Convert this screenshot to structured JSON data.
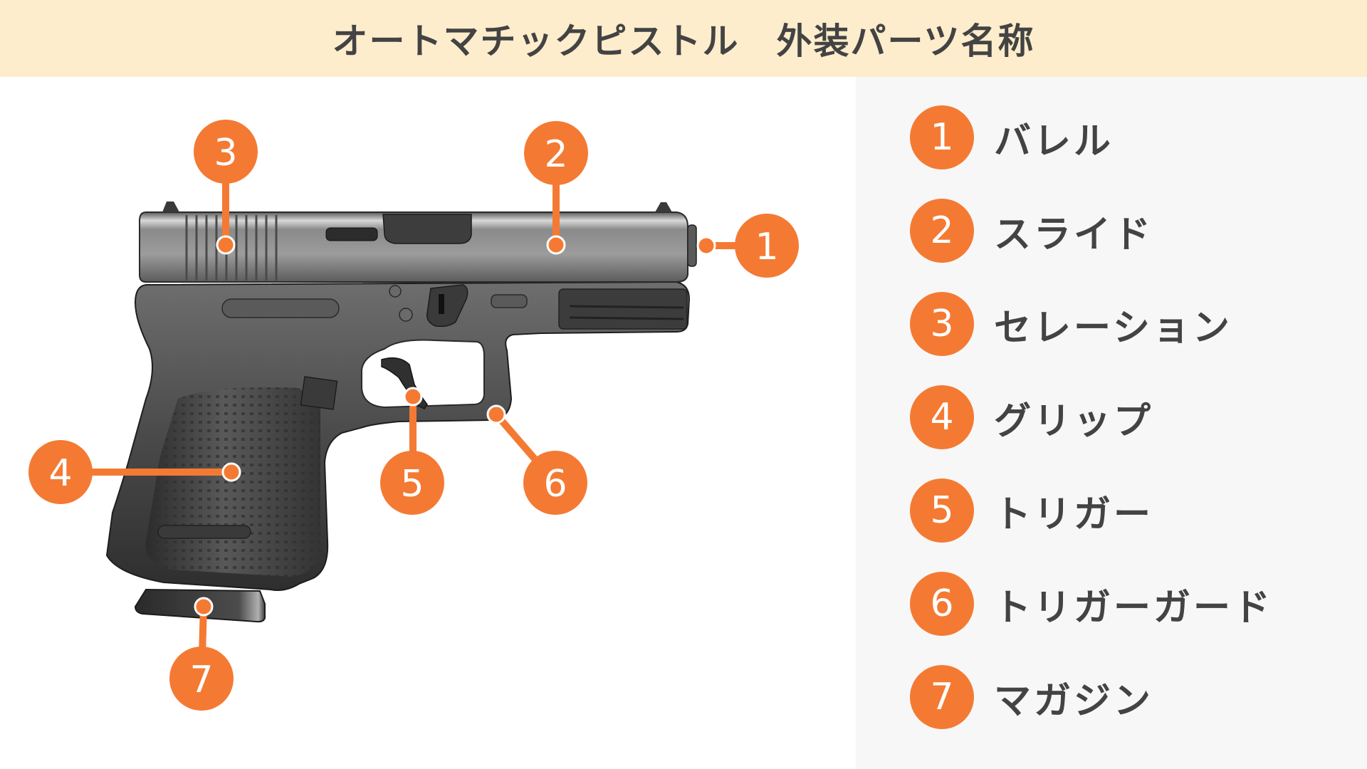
{
  "header": {
    "title": "オートマチックピストル　外装パーツ名称"
  },
  "colors": {
    "accent": "#F47A33",
    "header_bg": "#FEEDCC",
    "legend_bg": "#F7F7F7",
    "text": "#434343"
  },
  "legend": {
    "items": [
      {
        "num": "1",
        "label": "バレル"
      },
      {
        "num": "2",
        "label": "スライド"
      },
      {
        "num": "3",
        "label": "セレーション"
      },
      {
        "num": "4",
        "label": "グリップ"
      },
      {
        "num": "5",
        "label": "トリガー"
      },
      {
        "num": "6",
        "label": "トリガーガード"
      },
      {
        "num": "7",
        "label": "マガジン"
      }
    ]
  },
  "callouts": [
    {
      "num": "1",
      "part": "barrel"
    },
    {
      "num": "2",
      "part": "slide"
    },
    {
      "num": "3",
      "part": "serration"
    },
    {
      "num": "4",
      "part": "grip"
    },
    {
      "num": "5",
      "part": "trigger"
    },
    {
      "num": "6",
      "part": "trigger-guard"
    },
    {
      "num": "7",
      "part": "magazine"
    }
  ],
  "illustration": {
    "subject": "pistol-icon"
  }
}
